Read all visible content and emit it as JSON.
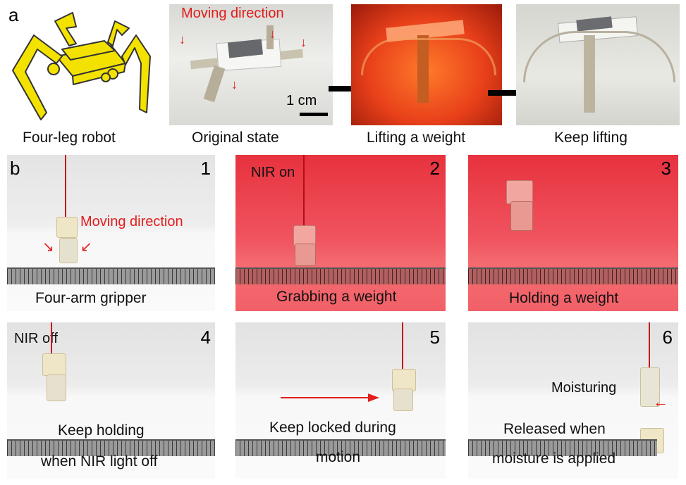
{
  "panel_a": {
    "letter": "a",
    "captions": [
      "Four-leg robot",
      "Original state",
      "Lifting a weight",
      "Keep lifting"
    ],
    "moving_direction": "Moving direction",
    "scale_bar": "1 cm"
  },
  "panel_b": {
    "letter": "b",
    "tiles": [
      {
        "num": "1",
        "caption": "Four-arm gripper",
        "annotation": "Moving direction"
      },
      {
        "num": "2",
        "caption": "Grabbing a weight",
        "annotation": "NIR on"
      },
      {
        "num": "3",
        "caption": "Holding a weight",
        "annotation": ""
      },
      {
        "num": "4",
        "caption_line1": "Keep holding",
        "caption_line2": "when NIR light off",
        "annotation": "NIR off"
      },
      {
        "num": "5",
        "caption_line1": "Keep locked during",
        "caption_line2": "motion",
        "annotation": ""
      },
      {
        "num": "6",
        "caption_line1": "Released when",
        "caption_line2": "moisture is applied",
        "annotation": "Moisturing"
      }
    ]
  },
  "colors": {
    "annotation_red": "#e21d1d",
    "nir_red": "#e8303a",
    "robot_yellow": "#f3e200"
  }
}
